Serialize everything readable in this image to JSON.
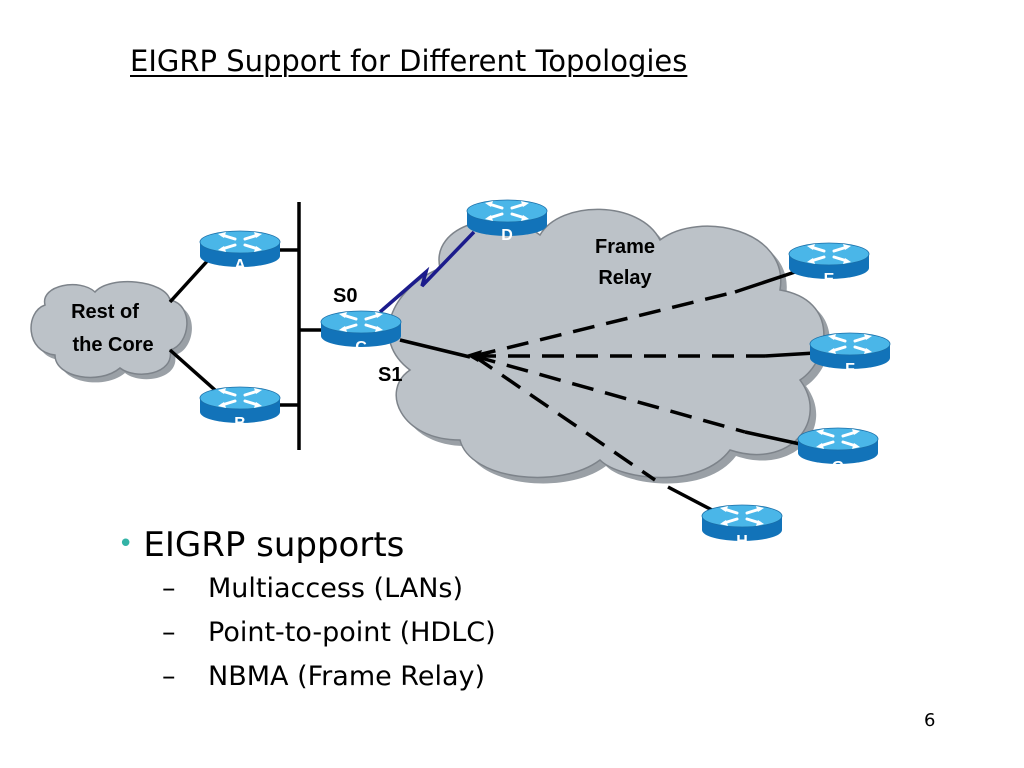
{
  "slide": {
    "title": "EIGRP Support for Different Topologies",
    "page_number": "6"
  },
  "diagram": {
    "clouds": {
      "core": [
        "Rest of",
        "the Core"
      ],
      "frame_relay": [
        "Frame",
        "Relay"
      ]
    },
    "routers": {
      "a": "A",
      "b": "B",
      "c": "C",
      "d": "D",
      "e": "E",
      "f": "F",
      "g": "G",
      "h": "H"
    },
    "interfaces": {
      "s0": "S0",
      "s1": "S1"
    },
    "colors": {
      "router_top": "#4ab6e8",
      "router_body": "#1273b9",
      "cloud_fill": "#bcc2c8",
      "bullet": "#33b3a6"
    }
  },
  "bullets": {
    "main": "EIGRP supports",
    "sub": [
      "Multiaccess (LANs)",
      "Point-to-point (HDLC)",
      "NBMA (Frame Relay)"
    ]
  }
}
